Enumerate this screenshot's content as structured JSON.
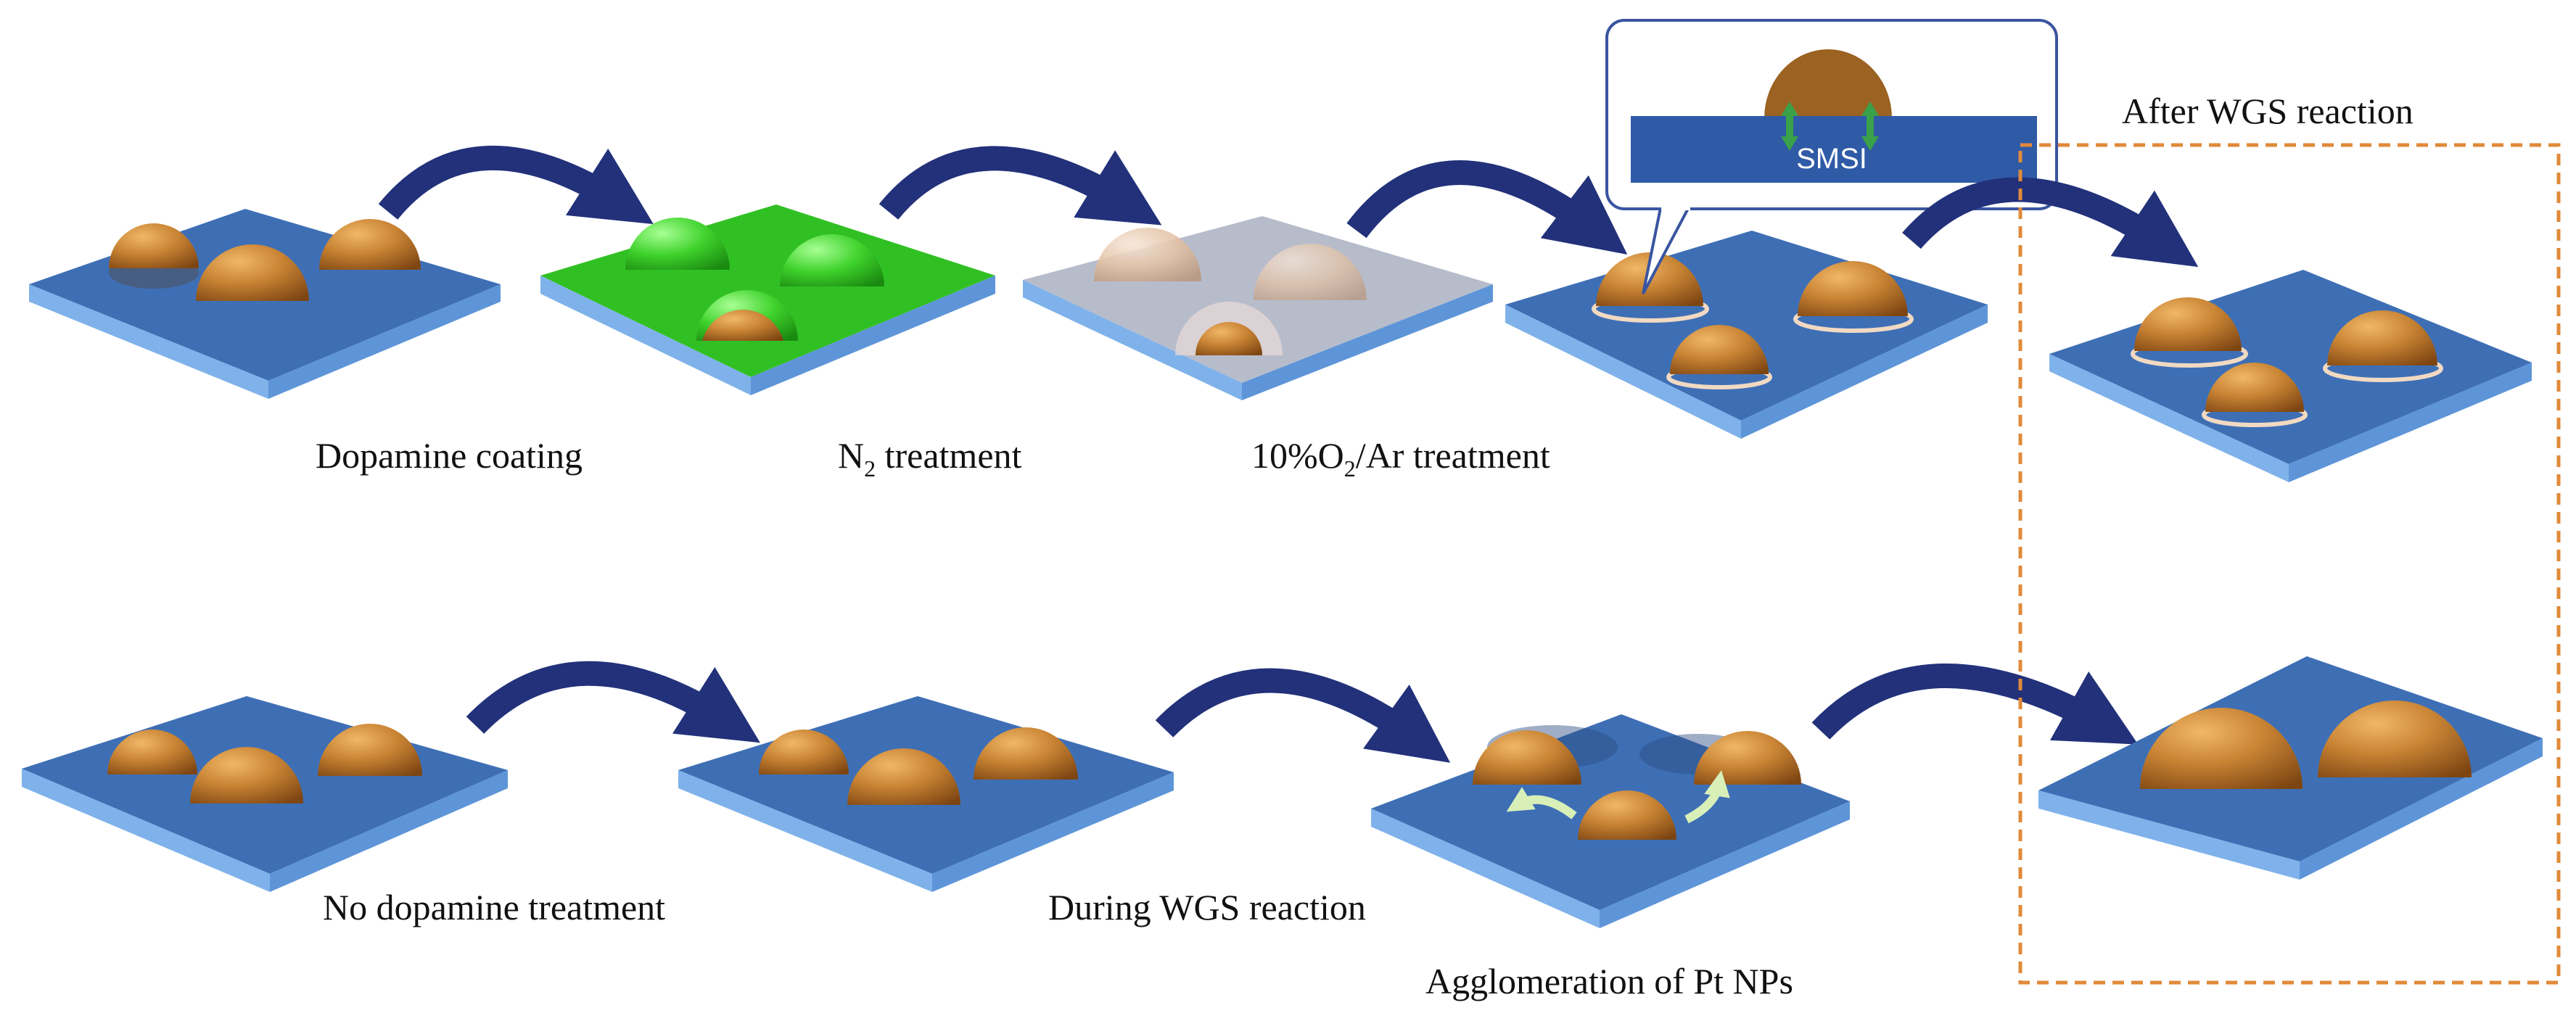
{
  "colors": {
    "support_top": "#3e6fb5",
    "support_side": "#7fb2ea",
    "support_front": "#5e95d8",
    "particle": "#b8742a",
    "particle_dark": "#8a4f18",
    "green_coat": "#31c024",
    "gray_coat": "#b7bccb",
    "arrow": "#22317a",
    "dashed_box": "#e08a3a",
    "migration_arrow": "#d8f0b8"
  },
  "labels": {
    "dopamine_coating": "Dopamine coating",
    "n2_prefix": "N",
    "n2_sub": "2",
    "n2_suffix": " treatment",
    "o2_prefix": "10%O",
    "o2_sub": "2",
    "o2_suffix": "/Ar treatment",
    "after_wgs": "After WGS reaction",
    "no_dopamine": "No dopamine treatment",
    "during_wgs": "During WGS reaction",
    "agglomeration": "Agglomeration of Pt NPs",
    "smsi": "SMSI"
  },
  "icons": {
    "process_arrow": "curved-arrow-icon",
    "migration": "curved-arrow-icon"
  }
}
